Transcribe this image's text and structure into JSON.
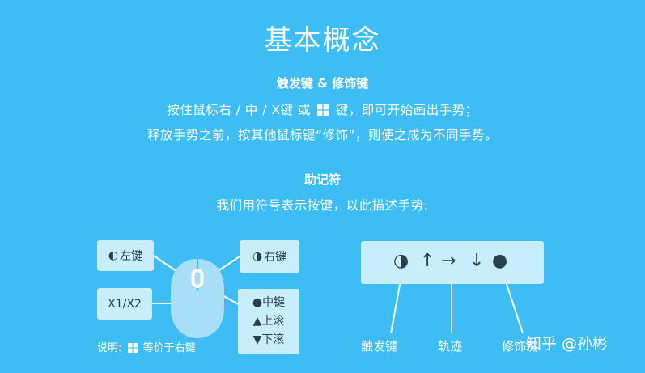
{
  "title": "基本概念",
  "section1": {
    "heading": "触发键 & 修饰键",
    "line1_part1": "按住鼠标右 / 中 / X键 或",
    "line1_part2": "键，即可开始画出手势；",
    "line2": "释放手势之前，按其他鼠标键“修饰”，则使之成为不同手势。"
  },
  "section2": {
    "heading": "助记符",
    "line1": "我们用符号表示按键，以此描述手势:"
  },
  "mouse_diagram": {
    "left_key": {
      "glyph": "◐",
      "label": "左键"
    },
    "right_key": {
      "glyph": "◑",
      "label": "右键"
    },
    "x_keys": "X1/X2",
    "middle_key": {
      "glyph": "●",
      "label": "中键"
    },
    "scroll_up": {
      "glyph": "▲",
      "label": "上滚"
    },
    "scroll_down": {
      "glyph": "▼",
      "label": "下滚"
    },
    "note_prefix": "说明:",
    "note_suffix": "等价于右键"
  },
  "symbol_diagram": {
    "trigger_symbol": "◑",
    "arrow_up": "↑",
    "arrow_right": "→",
    "arrow_down": "↓",
    "modifier_symbol": "●",
    "labels": {
      "trigger": "触发键",
      "trajectory": "轨迹",
      "modifier": "修饰键"
    }
  },
  "watermark": "知乎 @孙彬",
  "colors": {
    "background": "#3ebdf4",
    "panel": "#c8edfb",
    "mouse": "#a8dff7",
    "text_dark": "#2a3f4c"
  }
}
